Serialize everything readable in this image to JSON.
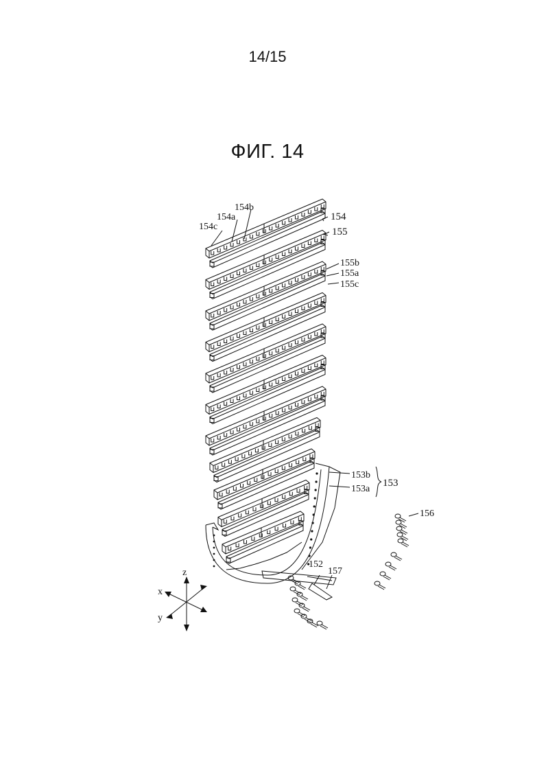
{
  "page": {
    "number": "14/15",
    "figure_title": "ФИГ. 14"
  },
  "labels": {
    "l154": "154",
    "l155": "155",
    "l154a": "154a",
    "l154b": "154b",
    "l154c": "154c",
    "l155a": "155a",
    "l155b": "155b",
    "l155c": "155c",
    "l153": "153",
    "l153a": "153a",
    "l153b": "153b",
    "l152": "152",
    "l157": "157",
    "l156": "156"
  },
  "axes": {
    "x": "x",
    "y": "y",
    "z": "z"
  },
  "counts": {
    "rail_pairs": 11,
    "bolts_upper": 5,
    "bolts_lower": 4,
    "bolts_bottom": 8
  }
}
